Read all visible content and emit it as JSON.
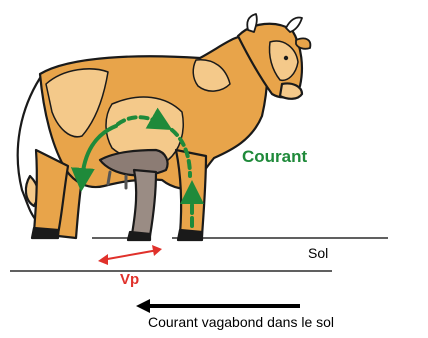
{
  "labels": {
    "current": "Courant",
    "vp": "Vp",
    "ground": "Sol",
    "stray_current": "Courant vagabond dans le sol"
  },
  "colors": {
    "cow_body": "#e8a44a",
    "cow_patch": "#f4c98a",
    "udder": "#8c7c74",
    "outline": "#1a1a1a",
    "current_green": "#1f8a3a",
    "vp_red": "#e0312b",
    "arrow_black": "#000000"
  }
}
